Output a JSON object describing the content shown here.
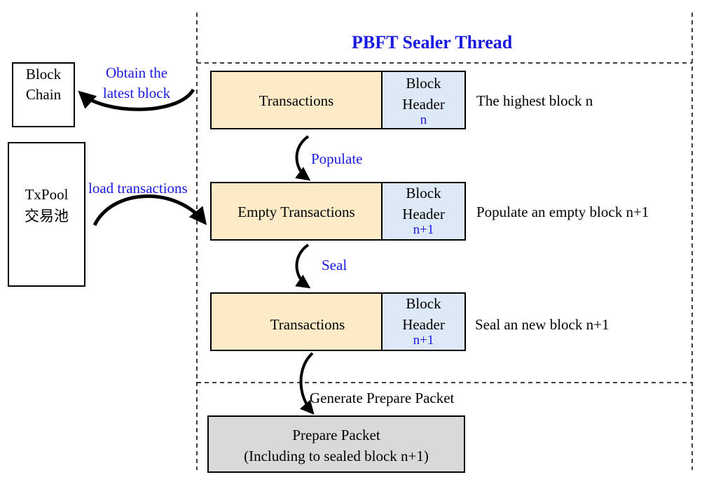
{
  "title": "PBFT Sealer Thread",
  "blockchain": {
    "line1": "Block",
    "line2": "Chain"
  },
  "txpool": {
    "line1": "TxPool",
    "line2": "交易池"
  },
  "arrows": {
    "obtain_line1": "Obtain the",
    "obtain_line2": "latest block",
    "load": "load transactions",
    "populate": "Populate",
    "seal": "Seal",
    "generate": "Generate Prepare Packet"
  },
  "blocks": [
    {
      "body": "Transactions",
      "hdr1": "Block",
      "hdr2": "Header",
      "num": "n",
      "desc": "The highest block n"
    },
    {
      "body": "Empty Transactions",
      "hdr1": "Block",
      "hdr2": "Header",
      "num": "n+1",
      "desc": "Populate an empty block n+1"
    },
    {
      "body": "Transactions",
      "hdr1": "Block",
      "hdr2": "Header",
      "num": "n+1",
      "desc": "Seal an new block n+1"
    }
  ],
  "packet": {
    "line1": "Prepare Packet",
    "line2": "(Including to sealed block n+1)"
  },
  "colors": {
    "label_blue": "#1a1adf",
    "transactions_fill": "#fdebc8",
    "header_fill": "#dde9f6",
    "packet_fill": "#d9d9d9"
  }
}
